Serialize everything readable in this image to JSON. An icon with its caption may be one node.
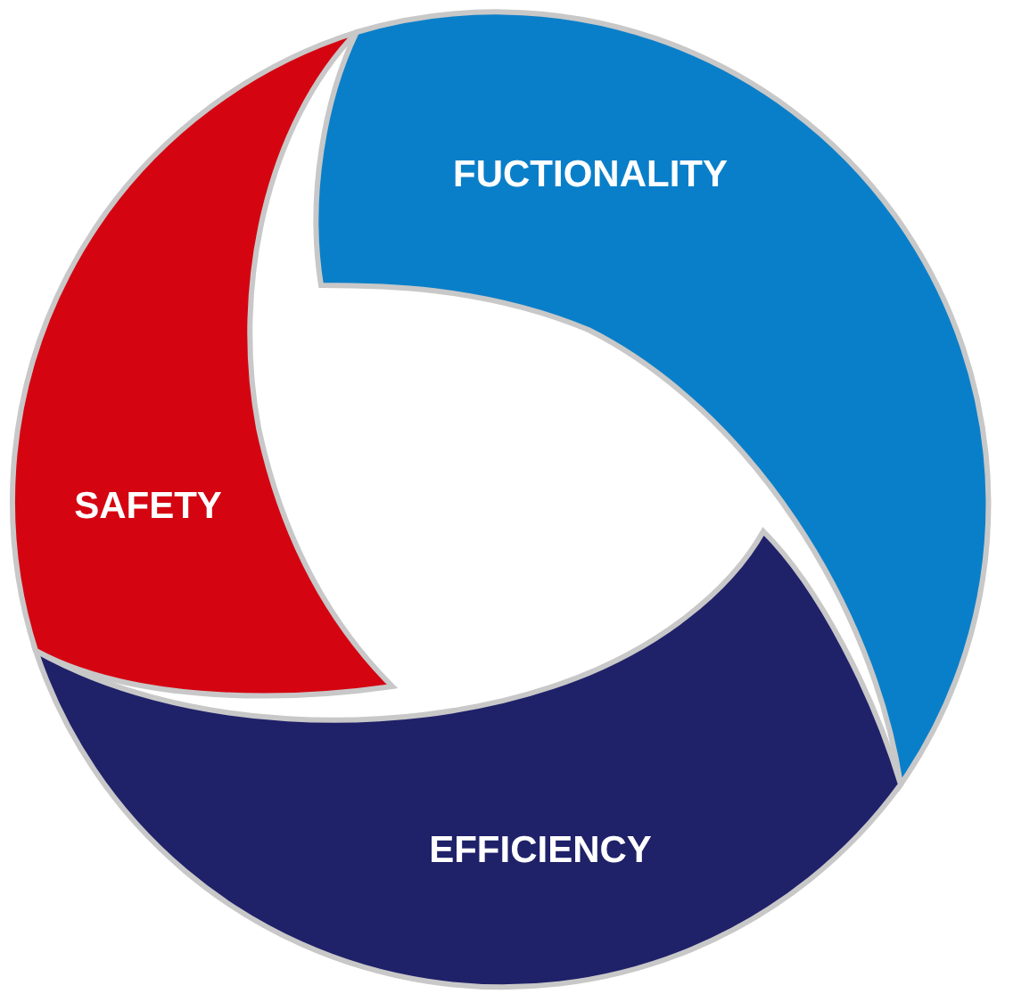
{
  "diagram": {
    "nodes": [
      {
        "text": [
          "FUCTIONALITY"
        ]
      },
      {
        "text": [
          "SAFETY"
        ]
      },
      {
        "text": [
          "EFFICIENCY"
        ]
      }
    ]
  }
}
